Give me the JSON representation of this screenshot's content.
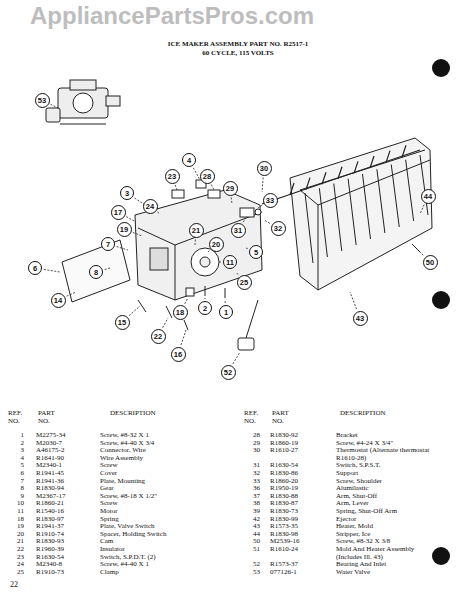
{
  "diagram": {
    "title": "ICE MAKER ASSEMBLY PART NO. R2517-1",
    "nodes": [
      {
        "text": [
          "53"
        ]
      },
      {
        "text": [
          "4"
        ]
      },
      {
        "text": [
          "23"
        ]
      },
      {
        "text": [
          "28"
        ]
      },
      {
        "text": [
          "3"
        ]
      },
      {
        "text": [
          "24"
        ]
      },
      {
        "text": [
          "17"
        ]
      },
      {
        "text": [
          "19"
        ]
      },
      {
        "text": [
          "29"
        ]
      },
      {
        "text": [
          "30"
        ]
      },
      {
        "text": [
          "31"
        ]
      },
      {
        "text": [
          "32"
        ]
      },
      {
        "text": [
          "33"
        ]
      },
      {
        "text": [
          "21"
        ]
      },
      {
        "text": [
          "7"
        ]
      },
      {
        "text": [
          "20"
        ]
      },
      {
        "text": [
          "6"
        ]
      },
      {
        "text": [
          "14"
        ]
      },
      {
        "text": [
          "15"
        ]
      },
      {
        "text": [
          "22"
        ]
      },
      {
        "text": [
          "16"
        ]
      },
      {
        "text": [
          "18"
        ]
      },
      {
        "text": [
          "2"
        ]
      },
      {
        "text": [
          "1"
        ]
      },
      {
        "text": [
          "25"
        ]
      },
      {
        "text": [
          "11"
        ]
      },
      {
        "text": [
          "5"
        ]
      },
      {
        "text": [
          "44"
        ]
      },
      {
        "text": [
          "50"
        ]
      },
      {
        "text": [
          "43"
        ]
      },
      {
        "text": [
          "52"
        ]
      },
      {
        "text": [
          "8"
        ]
      }
    ],
    "labels": [
      "AppliancePartsPros.com",
      "60 CYCLE, 115 VOLTS",
      "22",
      "REF. NO.",
      "PART NO.",
      "DESCRIPTION",
      "REF. NO.",
      "PART NO.",
      "DESCRIPTION",
      "1",
      "M2275-34",
      "Screw, #8-32 X 1",
      "2",
      "M2030-7",
      "Screw, #4-40 X 3/4",
      "3",
      "A46175-2",
      "Connector, Wire",
      "4",
      "R1641-90",
      "Wire Assembly",
      "5",
      "M2340-1",
      "Screw",
      "6",
      "R1941-45",
      "Cover",
      "7",
      "R1941-36",
      "Plate, Mounting",
      "8",
      "R1830-94",
      "Gear",
      "9",
      "M2367-17",
      "Screw, #8-18 X 1/2\"",
      "10",
      "R1860-21",
      "Screw",
      "11",
      "R1540-16",
      "Motor",
      "18",
      "R1830-97",
      "Spring",
      "19",
      "R1941-37",
      "Plate, Valve Switch",
      "20",
      "R1910-74",
      "Spacer, Holding Switch",
      "21",
      "R1830-93",
      "Cam",
      "22",
      "R1960-39",
      "Insulator",
      "23",
      "R1630-54",
      "Switch, S.P.D.T. (2)",
      "24",
      "M2340-8",
      "Screw, #4-40 X 1",
      "25",
      "R1910-73",
      "Clamp",
      "28",
      "R1830-92",
      "Bracket",
      "29",
      "R1860-19",
      "Screw, #4-24 X 3/4\"",
      "30",
      "R1610-27",
      "Thermostat (Alternate thermostat R1610-28)",
      "31",
      "R1630-54",
      "Switch, S.P.S.T.",
      "32",
      "R1830-86",
      "Support",
      "33",
      "R1860-20",
      "Screw, Shoulder",
      "36",
      "R1950-19",
      "Alumilastic",
      "37",
      "R1830-88",
      "Arm, Shut-Off",
      "38",
      "R1830-87",
      "Arm, Lever",
      "39",
      "R1830-73",
      "Spring, Shut-Off Arm",
      "42",
      "R1830-99",
      "Ejector",
      "43",
      "R1573-35",
      "Heater, Mold",
      "44",
      "R1830-98",
      "Stripper, Ice",
      "50",
      "M2539-16",
      "Screw, #8-32 X 3/8",
      "51",
      "R1610-24",
      "Mold And Heater Assembly (Includes Ill. 43)",
      "52",
      "R1573-37",
      "Bearing And Inlet",
      "53",
      "077126-1",
      "Water Valve"
    ]
  }
}
